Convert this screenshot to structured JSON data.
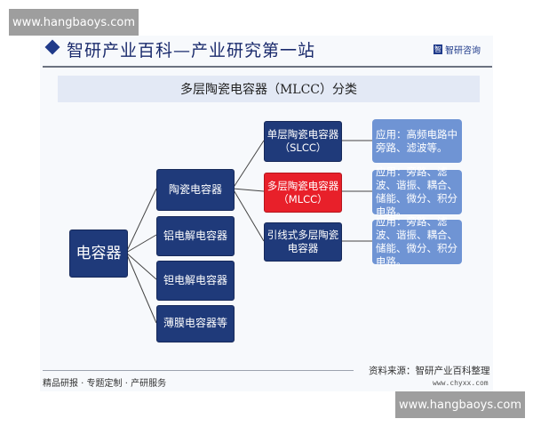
{
  "watermark": "www.hangbaoys.com",
  "header": {
    "title": "智研产业百科—产业研究第一站",
    "logo_text": "智研咨询",
    "logo_mark": "智"
  },
  "diagram_title": "多层陶瓷电容器（MLCC）分类",
  "root": "电容器",
  "level2": [
    "陶瓷电容器",
    "铝电解电容器",
    "钽电解电容器",
    "薄膜电容器等"
  ],
  "level3": [
    {
      "line1": "单层陶瓷电容器",
      "line2": "（SLCC）",
      "highlight": false
    },
    {
      "line1": "多层陶瓷电容器",
      "line2": "（MLCC）",
      "highlight": true
    },
    {
      "line1": "引线式多层陶瓷",
      "line2": "电容器",
      "highlight": false
    }
  ],
  "level4": [
    "应用：高频电路中旁路、滤波等。",
    "应用：旁路、滤波、谐振、耦合、储能、微分、积分电路。",
    "应用：旁路、滤波、谐振、耦合、储能、微分、积分电路。"
  ],
  "footer": {
    "tagline": "精品研报 · 专题定制 · 产研服务",
    "source": "资料来源：智研产业百科整理",
    "url": "www.chyxx.com"
  },
  "colors": {
    "navy": "#1f3a7a",
    "highlight": "#e8202a",
    "application": "#6f94d4"
  }
}
